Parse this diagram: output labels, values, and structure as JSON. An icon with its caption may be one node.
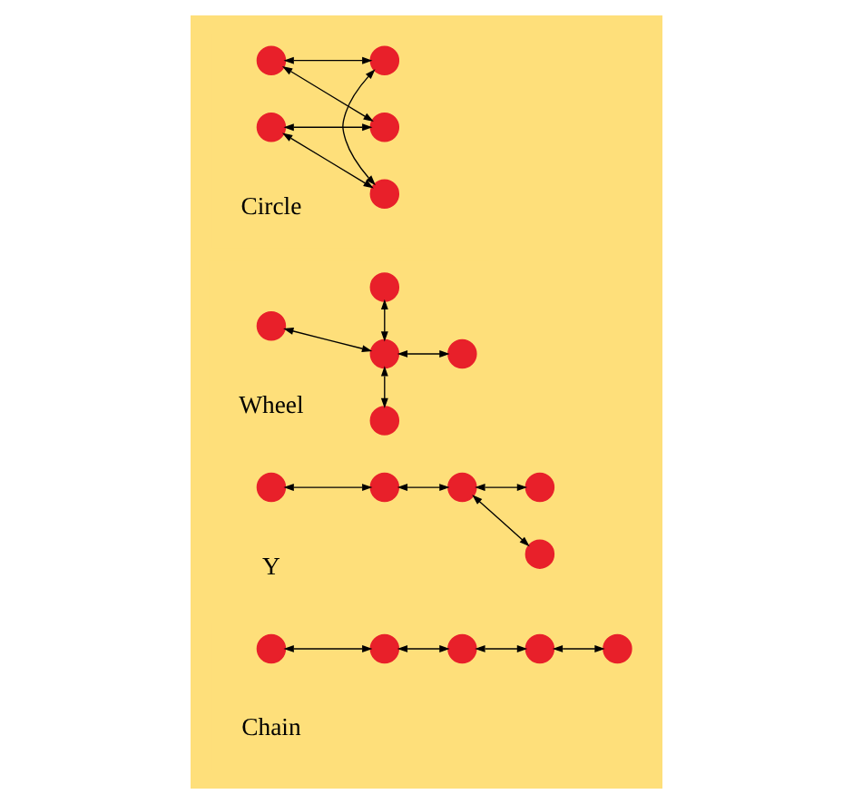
{
  "diagram": {
    "nodes": [
      {
        "text": [],
        "shape": "circle"
      },
      {
        "text": [],
        "shape": "circle"
      },
      {
        "text": [],
        "shape": "circle"
      },
      {
        "text": [],
        "shape": "circle"
      },
      {
        "text": [],
        "shape": "circle"
      },
      {
        "text": [],
        "shape": "circle"
      },
      {
        "text": [],
        "shape": "circle"
      },
      {
        "text": [],
        "shape": "circle"
      },
      {
        "text": [],
        "shape": "circle"
      },
      {
        "text": [],
        "shape": "circle"
      },
      {
        "text": [],
        "shape": "circle"
      },
      {
        "text": [],
        "shape": "circle"
      },
      {
        "text": [],
        "shape": "circle"
      },
      {
        "text": [],
        "shape": "circle"
      },
      {
        "text": [],
        "shape": "circle"
      },
      {
        "text": [],
        "shape": "circle"
      },
      {
        "text": [],
        "shape": "circle"
      },
      {
        "text": [],
        "shape": "circle"
      },
      {
        "text": [],
        "shape": "circle"
      },
      {
        "text": [],
        "shape": "circle"
      }
    ],
    "edges": [
      {
        "from": 0,
        "to": 1,
        "arrow": "both"
      },
      {
        "from": 1,
        "to": 2,
        "arrow": "both"
      },
      {
        "from": 2,
        "to": 3,
        "arrow": "both"
      },
      {
        "from": 3,
        "to": 4,
        "arrow": "both"
      },
      {
        "from": 5,
        "to": 6,
        "arrow": "both"
      },
      {
        "from": 6,
        "to": 7,
        "arrow": "both"
      },
      {
        "from": 7,
        "to": 8,
        "arrow": "both"
      },
      {
        "from": 7,
        "to": 9,
        "arrow": "both"
      },
      {
        "from": 10,
        "to": 12,
        "arrow": "both"
      },
      {
        "from": 11,
        "to": 12,
        "arrow": "both"
      },
      {
        "from": 12,
        "to": 13,
        "arrow": "both"
      },
      {
        "from": 12,
        "to": 14,
        "arrow": "both"
      },
      {
        "from": 15,
        "to": 16,
        "arrow": "both"
      },
      {
        "from": 15,
        "to": 17,
        "arrow": "both"
      },
      {
        "from": 16,
        "to": 18,
        "arrow": "both"
      },
      {
        "from": 17,
        "to": 19,
        "arrow": "both"
      },
      {
        "from": 18,
        "to": 19,
        "arrow": "both"
      }
    ],
    "labels": [
      "Chain",
      "Y",
      "Wheel",
      "Circle"
    ]
  }
}
